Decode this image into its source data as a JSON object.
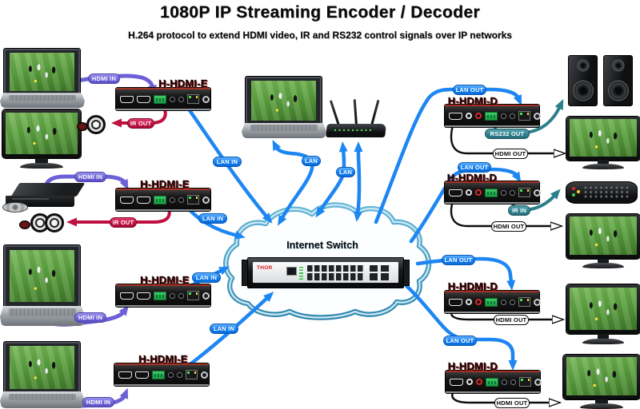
{
  "header": {
    "title": "1080P IP Streaming Encoder / Decoder",
    "subtitle": "H.264 protocol to extend  HDMI video, IR and RS232 control signals over IP networks"
  },
  "devices": {
    "encoder_name": "H-HDMI-E",
    "decoder_name": "H-HDMI-D",
    "cloud_label": "Internet Switch",
    "switch_brand": "THOR"
  },
  "labels": {
    "hdmi_in": "HDMI IN",
    "ir_out": "IR OUT",
    "lan_in": "LAN IN",
    "lan": "LAN",
    "lan_out": "LAN OUT",
    "rs232_out": "RS232 OUT",
    "ir_in": "IR IN",
    "hdmi_out": "HDMI OUT"
  },
  "colors": {
    "lan_blue": "#1d86f2",
    "hdmi_purple": "#7468d4",
    "ir_red": "#c41244",
    "rs232_teal": "#2f818e",
    "cloud_stroke": "#4d9fc4",
    "device_accent_red": "#a33226"
  }
}
